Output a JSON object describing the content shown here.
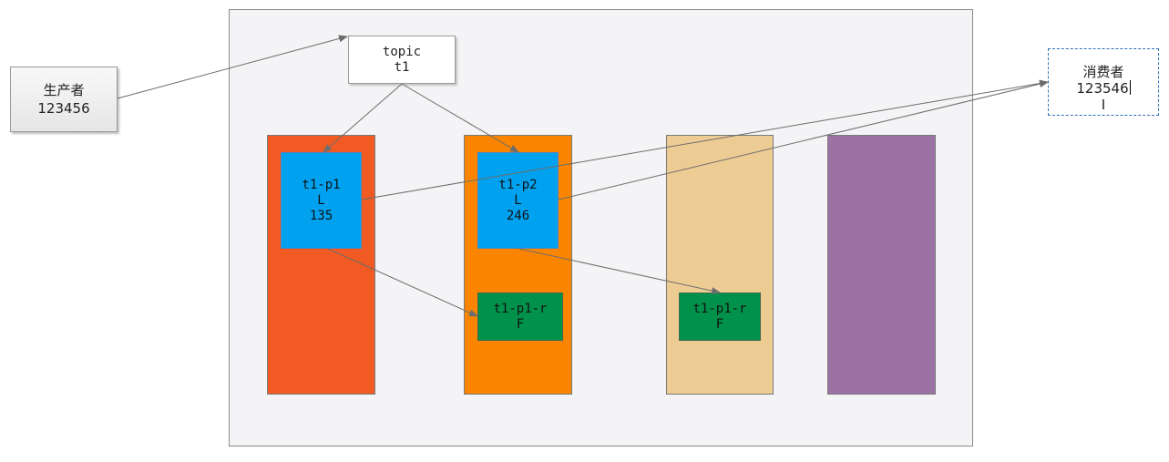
{
  "producer": {
    "title": "生产者",
    "value": "123456"
  },
  "topic": {
    "line1": "topic",
    "line2": "t1"
  },
  "consumer": {
    "title": "消费者",
    "value": "123546",
    "cursor": "I"
  },
  "partitions": [
    {
      "name": "t1-p1",
      "role": "L",
      "data": "135"
    },
    {
      "name": "t1-p2",
      "role": "L",
      "data": "246"
    }
  ],
  "replicas": [
    {
      "name": "t1-p1-r",
      "role": "F"
    },
    {
      "name": "t1-p1-r",
      "role": "F"
    }
  ],
  "colors": {
    "broker1": "#f15a22",
    "broker2": "#fb8500",
    "broker3": "#edcc94",
    "broker4": "#9b72a3",
    "leader": "#00a2f0",
    "follower": "#00924a",
    "arrow": "#6d6d6d"
  }
}
